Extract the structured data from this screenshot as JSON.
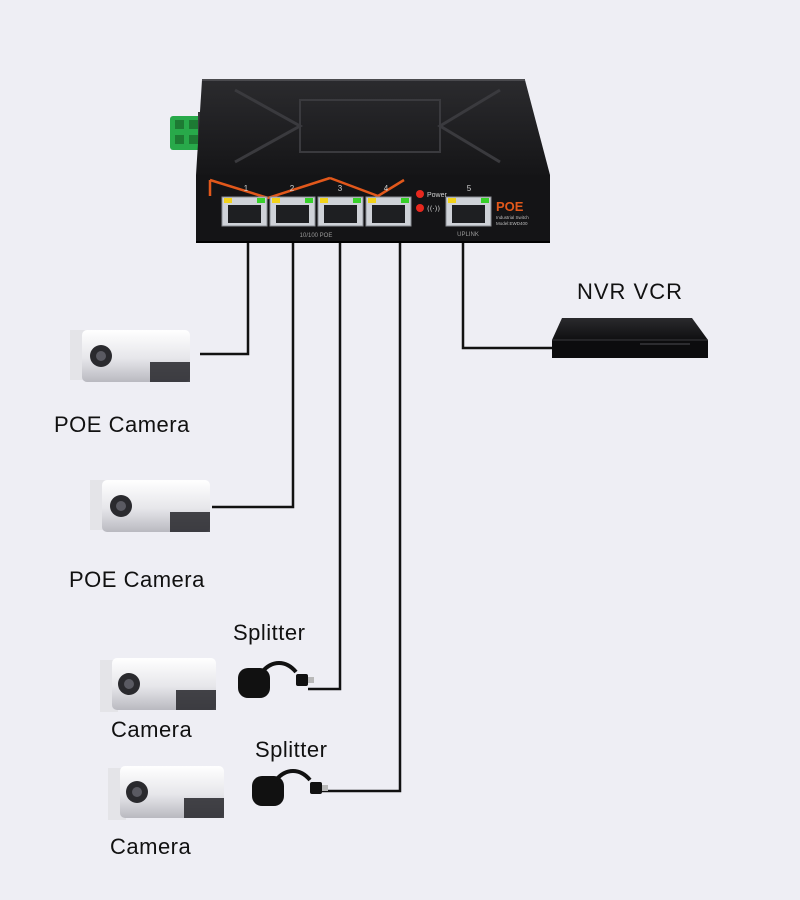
{
  "switch": {
    "brand": "POE",
    "subtitle": "Industrial Switch",
    "model": "Model:EWD400",
    "power_label": "Power",
    "poe_strip_label": "10/100 POE",
    "uplink_label": "UPLINK",
    "ports": [
      "1",
      "2",
      "3",
      "4"
    ],
    "uplink_port": "5",
    "accent_color": "#e2581b"
  },
  "devices": {
    "nvr": "NVR VCR",
    "camera_1": "POE Camera",
    "camera_2": "POE Camera",
    "splitter_1": "Splitter",
    "camera_3": "Camera",
    "splitter_2": "Splitter",
    "camera_4": "Camera"
  }
}
